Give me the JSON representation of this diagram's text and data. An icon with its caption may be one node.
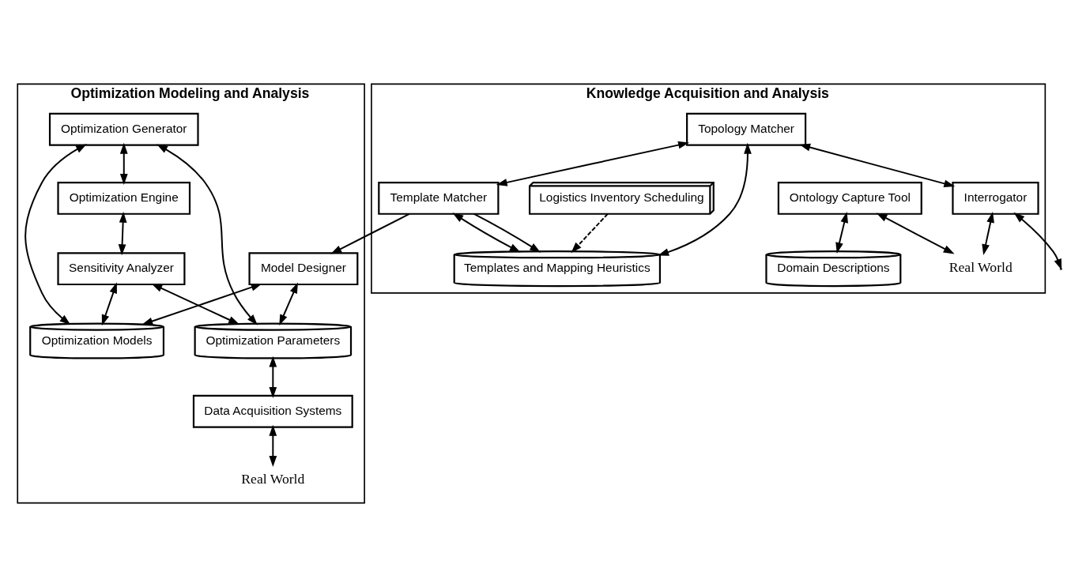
{
  "diagram": {
    "nodes": [
      {
        "text": [
          "Knowledge Acquisition and Analysis"
        ]
      },
      {
        "text": [
          "Domain Descriptions"
        ],
        "in": 0
      },
      {
        "text": [
          "Ontology Capture Tool"
        ],
        "in": 0
      },
      {
        "text": [
          "Topology Matcher"
        ],
        "in": 0
      },
      {
        "text": [
          "Interrogator"
        ],
        "in": 0
      },
      {
        "text": [
          "Template Matcher"
        ],
        "in": 0
      },
      {
        "text": [
          "Real World"
        ],
        "in": 0
      },
      {
        "text": [
          "Logistics Inventory Scheduling"
        ],
        "in": 0
      },
      {
        "text": [
          "Templates and Mapping Heuristics"
        ],
        "in": 0
      },
      {
        "text": [
          "Optimization Modeling and Analysis"
        ]
      },
      {
        "text": [
          "Model Designer"
        ],
        "in": 9
      },
      {
        "text": [
          "Optimization Generator"
        ],
        "in": 9
      },
      {
        "text": [
          "Optimization Engine"
        ],
        "in": 9
      },
      {
        "text": [
          "Sensitivity Analyzer"
        ],
        "in": 9
      },
      {
        "text": [
          "Optimization Models"
        ],
        "in": 9
      },
      {
        "text": [
          "Optimization Parameters"
        ],
        "in": 9
      },
      {
        "text": [
          "Data Acquisition Systems"
        ],
        "in": 9
      },
      {
        "text": [
          "Real World"
        ],
        "in": 9
      }
    ],
    "edges": [
      {
        "from": 2,
        "to": 1,
        "arrow": "both"
      },
      {
        "from": 2,
        "to": 6,
        "arrow": "both"
      },
      {
        "from": 4,
        "to": 6,
        "arrow": "both"
      },
      {
        "from": 3,
        "to": 4,
        "arrow": "both"
      },
      {
        "from": 4,
        "to": null,
        "arrow": "both"
      },
      {
        "from": 3,
        "to": 5,
        "arrow": "both"
      },
      {
        "from": 3,
        "to": 8,
        "arrow": "both"
      },
      {
        "from": 5,
        "to": 8,
        "arrow": "both"
      },
      {
        "from": 5,
        "to": 8,
        "arrow": "to"
      },
      {
        "from": 7,
        "to": 8,
        "arrow": "to",
        "style": "dashed"
      },
      {
        "from": 5,
        "to": 10,
        "arrow": "to"
      },
      {
        "from": 10,
        "to": 14,
        "arrow": "both"
      },
      {
        "from": 10,
        "to": 15,
        "arrow": "both"
      },
      {
        "from": 11,
        "to": 14,
        "arrow": "both"
      },
      {
        "from": 11,
        "to": 15,
        "arrow": "both"
      },
      {
        "from": 11,
        "to": 12,
        "arrow": "both"
      },
      {
        "from": 12,
        "to": 13,
        "arrow": "both"
      },
      {
        "from": 13,
        "to": 14,
        "arrow": "both"
      },
      {
        "from": 13,
        "to": 15,
        "arrow": "both"
      },
      {
        "from": 15,
        "to": 16,
        "arrow": "both"
      },
      {
        "from": 16,
        "to": 17,
        "arrow": "both"
      }
    ]
  }
}
